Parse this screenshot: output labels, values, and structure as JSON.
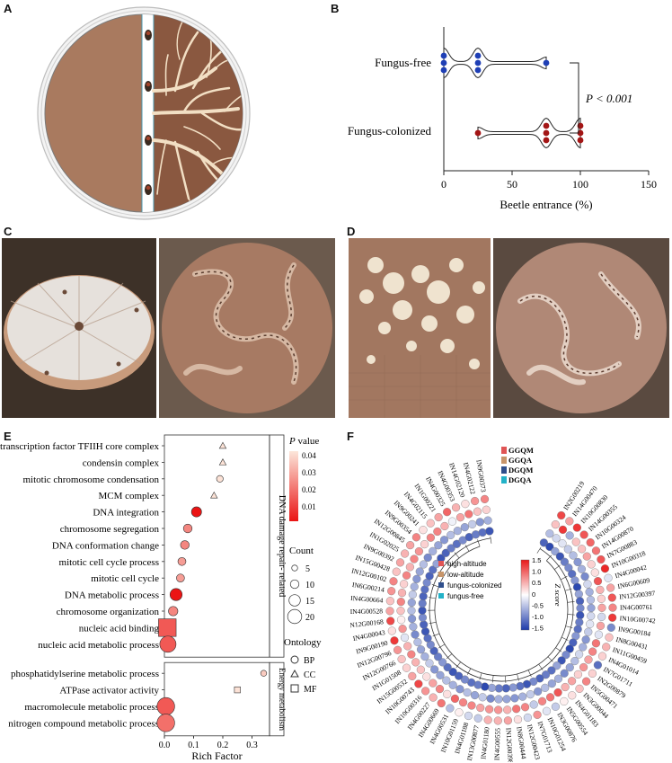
{
  "panels": {
    "a": "A",
    "b": "B",
    "c": "C",
    "d": "D",
    "e": "E",
    "f": "F"
  },
  "chart_b": {
    "type": "scatter",
    "categories": [
      "Fungus-free",
      "Fungus-colonized"
    ],
    "xlabel": "Beetle entrance (%)",
    "xticks": [
      0,
      50,
      100,
      150
    ],
    "xlim": [
      0,
      150
    ],
    "annotation": "P < 0.001",
    "series": [
      {
        "values": [
          0,
          0,
          0,
          25,
          25,
          25,
          75
        ],
        "color": "#1f3fb5"
      },
      {
        "values": [
          25,
          75,
          75,
          75,
          100,
          100,
          100
        ],
        "color": "#a31515"
      }
    ]
  },
  "chart_e": {
    "type": "scatter",
    "xlabel": "Rich Factor",
    "xticks": [
      "0.0",
      "0.1",
      "0.2",
      "0.3"
    ],
    "xlim": [
      0,
      0.36
    ],
    "groups": [
      {
        "label": "DNA damage repair- related",
        "terms": [
          {
            "term": "transcription factor TFIIH core complex",
            "x": 0.2,
            "p": 0.045,
            "count": 4,
            "ont": "CC"
          },
          {
            "term": "condensin complex",
            "x": 0.2,
            "p": 0.045,
            "count": 4,
            "ont": "CC"
          },
          {
            "term": "mitotic chromosome condensation",
            "x": 0.19,
            "p": 0.045,
            "count": 4,
            "ont": "BP"
          },
          {
            "term": "MCM complex",
            "x": 0.17,
            "p": 0.045,
            "count": 4,
            "ont": "CC"
          },
          {
            "term": "DNA integration",
            "x": 0.11,
            "p": 0.0,
            "count": 9,
            "ont": "BP"
          },
          {
            "term": "chromosome segregation",
            "x": 0.08,
            "p": 0.025,
            "count": 7,
            "ont": "BP"
          },
          {
            "term": "DNA conformation change",
            "x": 0.07,
            "p": 0.025,
            "count": 7,
            "ont": "BP"
          },
          {
            "term": "mitotic cell cycle process",
            "x": 0.06,
            "p": 0.03,
            "count": 6,
            "ont": "BP"
          },
          {
            "term": "mitotic cell cycle",
            "x": 0.055,
            "p": 0.03,
            "count": 6,
            "ont": "BP"
          },
          {
            "term": "DNA metabolic process",
            "x": 0.04,
            "p": 0.0,
            "count": 12,
            "ont": "BP"
          },
          {
            "term": "chromosome organization",
            "x": 0.03,
            "p": 0.025,
            "count": 8,
            "ont": "BP"
          },
          {
            "term": "nucleic acid binding",
            "x": 0.01,
            "p": 0.015,
            "count": 20,
            "ont": "MF"
          },
          {
            "term": "nucleic acid metabolic process",
            "x": 0.012,
            "p": 0.015,
            "count": 18,
            "ont": "BP"
          }
        ]
      },
      {
        "label": "Energy metabolism",
        "terms": [
          {
            "term": "phosphatidylserine metabolic process",
            "x": 0.34,
            "p": 0.04,
            "count": 3,
            "ont": "BP"
          },
          {
            "term": "ATPase activator activity",
            "x": 0.25,
            "p": 0.045,
            "count": 3,
            "ont": "MF"
          },
          {
            "term": "macromolecule metabolic process",
            "x": 0.005,
            "p": 0.015,
            "count": 20,
            "ont": "BP"
          },
          {
            "term": "nitrogen compound metabolic process",
            "x": 0.005,
            "p": 0.02,
            "count": 20,
            "ont": "BP"
          }
        ]
      }
    ],
    "legend": {
      "pvalue_title": "P value",
      "pvalue_ticks": [
        "0.04",
        "0.03",
        "0.02",
        "0.01"
      ],
      "count_title": "Count",
      "count_ticks": [
        "5",
        "10",
        "15",
        "20"
      ],
      "ontology_title": "Ontology",
      "ontology": [
        "BP",
        "CC",
        "MF"
      ]
    }
  },
  "chart_f": {
    "type": "heatmap",
    "rings": [
      "GGQM",
      "GGQA",
      "DGQM",
      "DGQA"
    ],
    "ring_colors": [
      "#e05555",
      "#c7956a",
      "#2f4f8c",
      "#23b2c8"
    ],
    "scale_title": "Z score",
    "scale_ticks": [
      "1.5",
      "1.0",
      "0.5",
      "0",
      "-0.5",
      "-1.0",
      "-1.5"
    ],
    "legend": [
      {
        "label": "high-altitude",
        "color": "#e05555"
      },
      {
        "label": "low-altitude",
        "color": "#c7956a"
      },
      {
        "label": "fungus-colonized",
        "color": "#2f4f8c"
      },
      {
        "label": "fungus-free",
        "color": "#23b2c8"
      }
    ],
    "genes": [
      "IN2G00219",
      "IN14G00470",
      "IN10G00830",
      "IN14G00355",
      "IN10G00324",
      "IN14G00870",
      "IN7G00883",
      "IN10G00318",
      "IN4G00042",
      "IN6G00609",
      "IN12G00397",
      "IN4G00761",
      "IN10G00742",
      "IN9G00184",
      "IN8G00431",
      "IN11G00459",
      "IN4G01014",
      "IN7G01711",
      "IN2G00879",
      "IN5G00471",
      "IN3G00044",
      "IN4G01183",
      "IN5G00554",
      "IN3G00876",
      "IN10G01254",
      "IN7G01713",
      "IN12G00423",
      "IN8G00444",
      "IN12G00398",
      "IN4G00555",
      "IN4G01180",
      "IN13G00877",
      "IN4G01188",
      "IN10G01159",
      "IN4G00531",
      "IN4G00669",
      "IN4G00227",
      "IN10G00316",
      "IN10G00743",
      "IN15G00532",
      "IN1G01508",
      "IN12G00766",
      "IN12G00796",
      "IN9G00190",
      "IN4G00043",
      "IN12G00168",
      "IN4G00528",
      "IN4G00664",
      "IN6G00214",
      "IN12G00102",
      "IN15G00428",
      "IN9G00392",
      "IN1G02025",
      "IN12G00845",
      "IN9G00354",
      "IN9G00241",
      "IN4G02115",
      "IN1G00221",
      "IN4G00325",
      "IN4G00353",
      "IN14G02120",
      "IN4G02122",
      "IN9G00373"
    ],
    "values": [
      [
        1.2,
        0.6,
        1.3,
        1.1,
        1.0,
        0.9,
        1.1,
        1.4,
        -0.2,
        0.6,
        1.1,
        0.8,
        1.3,
        -0.9,
        0.4,
        0.5,
        0.3,
        -1.1,
        0.3,
        0.8,
        0.4,
        0.2,
        0.1,
        -0.4,
        -0.2,
        0.7,
        -0.3,
        0.2,
        0.6,
        0.5,
        0.5,
        -0.4,
        -0.3,
        0.1,
        -0.5,
        0.9,
        0.5,
        0.7,
        1.2,
        0.6,
        0.3,
        0.4,
        0.7,
        1.3,
        0.2,
        1.2,
        0.6,
        0.4,
        0.7,
        0.8,
        0.4,
        0.6,
        0.5,
        0.6,
        0.8,
        0.2,
        0.4,
        0.6,
        1.0,
        0.5,
        0.2,
        0.7,
        0.8
      ],
      [
        0.4,
        1.3,
        -0.6,
        0.4,
        0.4,
        0.6,
        0.3,
        0.2,
        1.1,
        0.5,
        0.3,
        0.6,
        -0.3,
        0.6,
        -0.2,
        0.9,
        0.8,
        0.6,
        0.7,
        0.3,
        0.6,
        0.5,
        1.1,
        0.9,
        0.8,
        -0.4,
        0.8,
        0.9,
        0.5,
        0.7,
        0.7,
        0.6,
        0.8,
        0.8,
        1.0,
        0.2,
        0.8,
        0.6,
        0.2,
        0.4,
        0.5,
        0.8,
        0.5,
        -0.2,
        0.7,
        0.1,
        0.4,
        0.8,
        0.5,
        0.3,
        0.8,
        0.5,
        0.8,
        0.7,
        0.3,
        0.8,
        0.8,
        0.5,
        -0.1,
        0.6,
        0.9,
        0.4,
        0.3
      ],
      [
        -0.5,
        -0.3,
        -0.2,
        -0.4,
        -0.5,
        -0.8,
        -0.6,
        -0.9,
        -0.3,
        -0.6,
        -0.5,
        -0.7,
        -0.3,
        -0.2,
        -0.4,
        -0.8,
        -0.6,
        -0.3,
        -0.5,
        -0.7,
        -0.9,
        -0.6,
        -0.7,
        -0.5,
        -0.8,
        -0.4,
        -0.6,
        -0.8,
        -0.7,
        -0.6,
        -0.9,
        -0.4,
        -0.7,
        -0.5,
        -0.8,
        -0.6,
        -0.5,
        -0.7,
        -0.8,
        -0.4,
        -0.6,
        -0.7,
        -0.5,
        -0.9,
        -0.6,
        -0.8,
        -0.5,
        -0.7,
        -0.4,
        -0.6,
        -0.8,
        -0.7,
        -0.5,
        -0.9,
        -0.6,
        -0.7,
        -0.8,
        -0.5,
        -0.6,
        -0.7,
        -0.4,
        -0.8,
        -0.6
      ],
      [
        -1.2,
        -1.4,
        -0.7,
        -1.3,
        -1.0,
        -0.9,
        -1.1,
        -0.8,
        -1.4,
        -0.7,
        -1.2,
        -0.9,
        -1.3,
        -1.0,
        -1.1,
        -0.8,
        -1.2,
        -1.4,
        -0.9,
        -1.3,
        -0.7,
        -1.1,
        -1.0,
        -1.2,
        -0.9,
        -1.3,
        -1.1,
        -0.8,
        -1.2,
        -1.0,
        -0.7,
        -1.4,
        -1.0,
        -1.1,
        -0.9,
        -1.2,
        -1.3,
        -1.1,
        -0.8,
        -1.0,
        -1.2,
        -0.9,
        -1.1,
        -1.3,
        -1.2,
        -0.9,
        -1.3,
        -1.0,
        -1.2,
        -1.1,
        -0.9,
        -1.2,
        -1.1,
        -0.7,
        -1.3,
        -1.2,
        -1.0,
        -1.1,
        -0.9,
        -1.2,
        -1.0,
        -1.1,
        -1.3
      ]
    ]
  }
}
